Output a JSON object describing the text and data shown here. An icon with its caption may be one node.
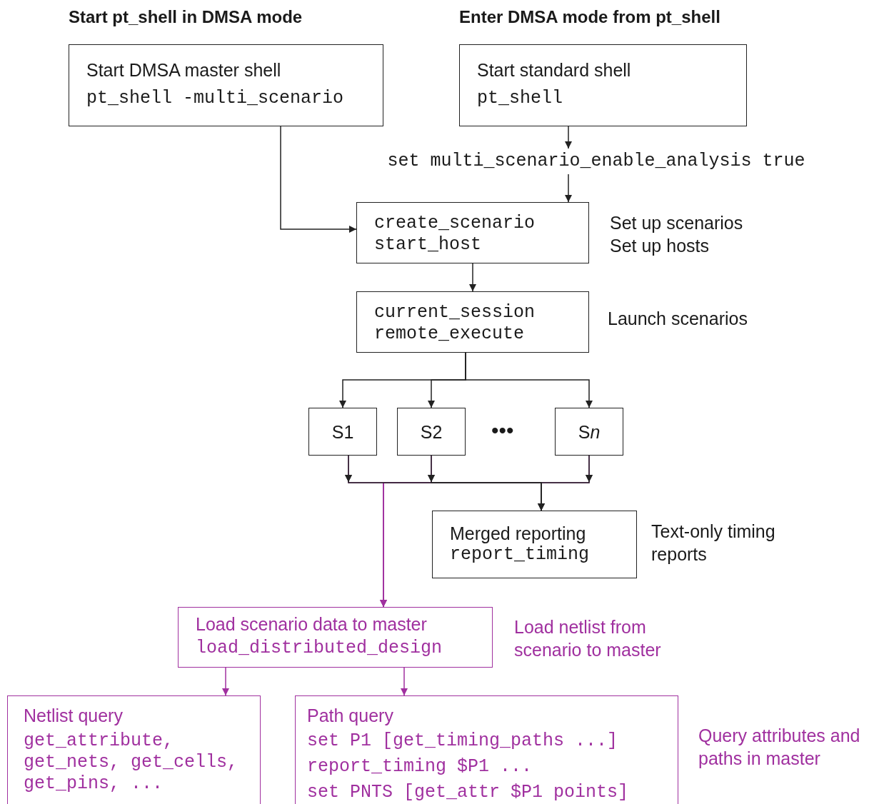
{
  "diagram": {
    "nodes": [
      {
        "text": [
          "Start DMSA master shell",
          "pt_shell -multi_scenario"
        ]
      },
      {
        "text": [
          "Start standard shell",
          "pt_shell"
        ]
      },
      {
        "text": [
          "set multi_scenario_enable_analysis true"
        ]
      },
      {
        "text": [
          "create_scenario",
          "start_host"
        ],
        "beside": [
          "Set up scenarios",
          "Set up hosts"
        ]
      },
      {
        "text": [
          "current_session",
          "remote_execute"
        ],
        "beside": [
          "Launch scenarios"
        ]
      },
      {
        "text": [
          "S1"
        ]
      },
      {
        "text": [
          "S2"
        ]
      },
      {
        "text": [
          "Sn"
        ]
      },
      {
        "text": [
          "Merged reporting",
          "report_timing"
        ],
        "beside": [
          "Text-only timing reports"
        ]
      },
      {
        "text": [
          "Load scenario data to master",
          "load_distributed_design"
        ],
        "beside": [
          "Load netlist from scenario to master"
        ]
      },
      {
        "text": [
          "Netlist query",
          "get_attribute, get_nets, get_cells, get_pins, ..."
        ]
      },
      {
        "text": [
          "Path query",
          "set P1 [get_timing_paths ...]",
          "report_timing $P1 ...",
          "set PNTS [get_attr $P1 points]"
        ]
      }
    ],
    "edges": [
      {
        "from": 0,
        "to": 3,
        "arrow": "to"
      },
      {
        "from": 1,
        "to": 2,
        "arrow": "to"
      },
      {
        "from": 2,
        "to": 3,
        "arrow": "to"
      },
      {
        "from": 3,
        "to": 4,
        "arrow": "to"
      },
      {
        "from": 4,
        "to": 5,
        "arrow": "to"
      },
      {
        "from": 4,
        "to": 6,
        "arrow": "to"
      },
      {
        "from": 4,
        "to": 7,
        "arrow": "to"
      },
      {
        "from": 5,
        "to": 8,
        "arrow": "to"
      },
      {
        "from": 6,
        "to": 8,
        "arrow": "to"
      },
      {
        "from": 7,
        "to": 8,
        "arrow": "to"
      },
      {
        "from": 5,
        "to": 9,
        "arrow": "to",
        "color": "#a0309f"
      },
      {
        "from": 6,
        "to": 9,
        "arrow": "to",
        "color": "#a0309f"
      },
      {
        "from": 7,
        "to": 9,
        "arrow": "to",
        "color": "#a0309f"
      },
      {
        "from": 9,
        "to": 10,
        "arrow": "to",
        "color": "#a0309f"
      },
      {
        "from": 9,
        "to": 11,
        "arrow": "to",
        "color": "#a0309f"
      }
    ],
    "labels": [
      "Start pt_shell in DMSA mode",
      "Enter DMSA mode from pt_shell",
      "•••",
      "Query attributes and paths in master"
    ]
  }
}
